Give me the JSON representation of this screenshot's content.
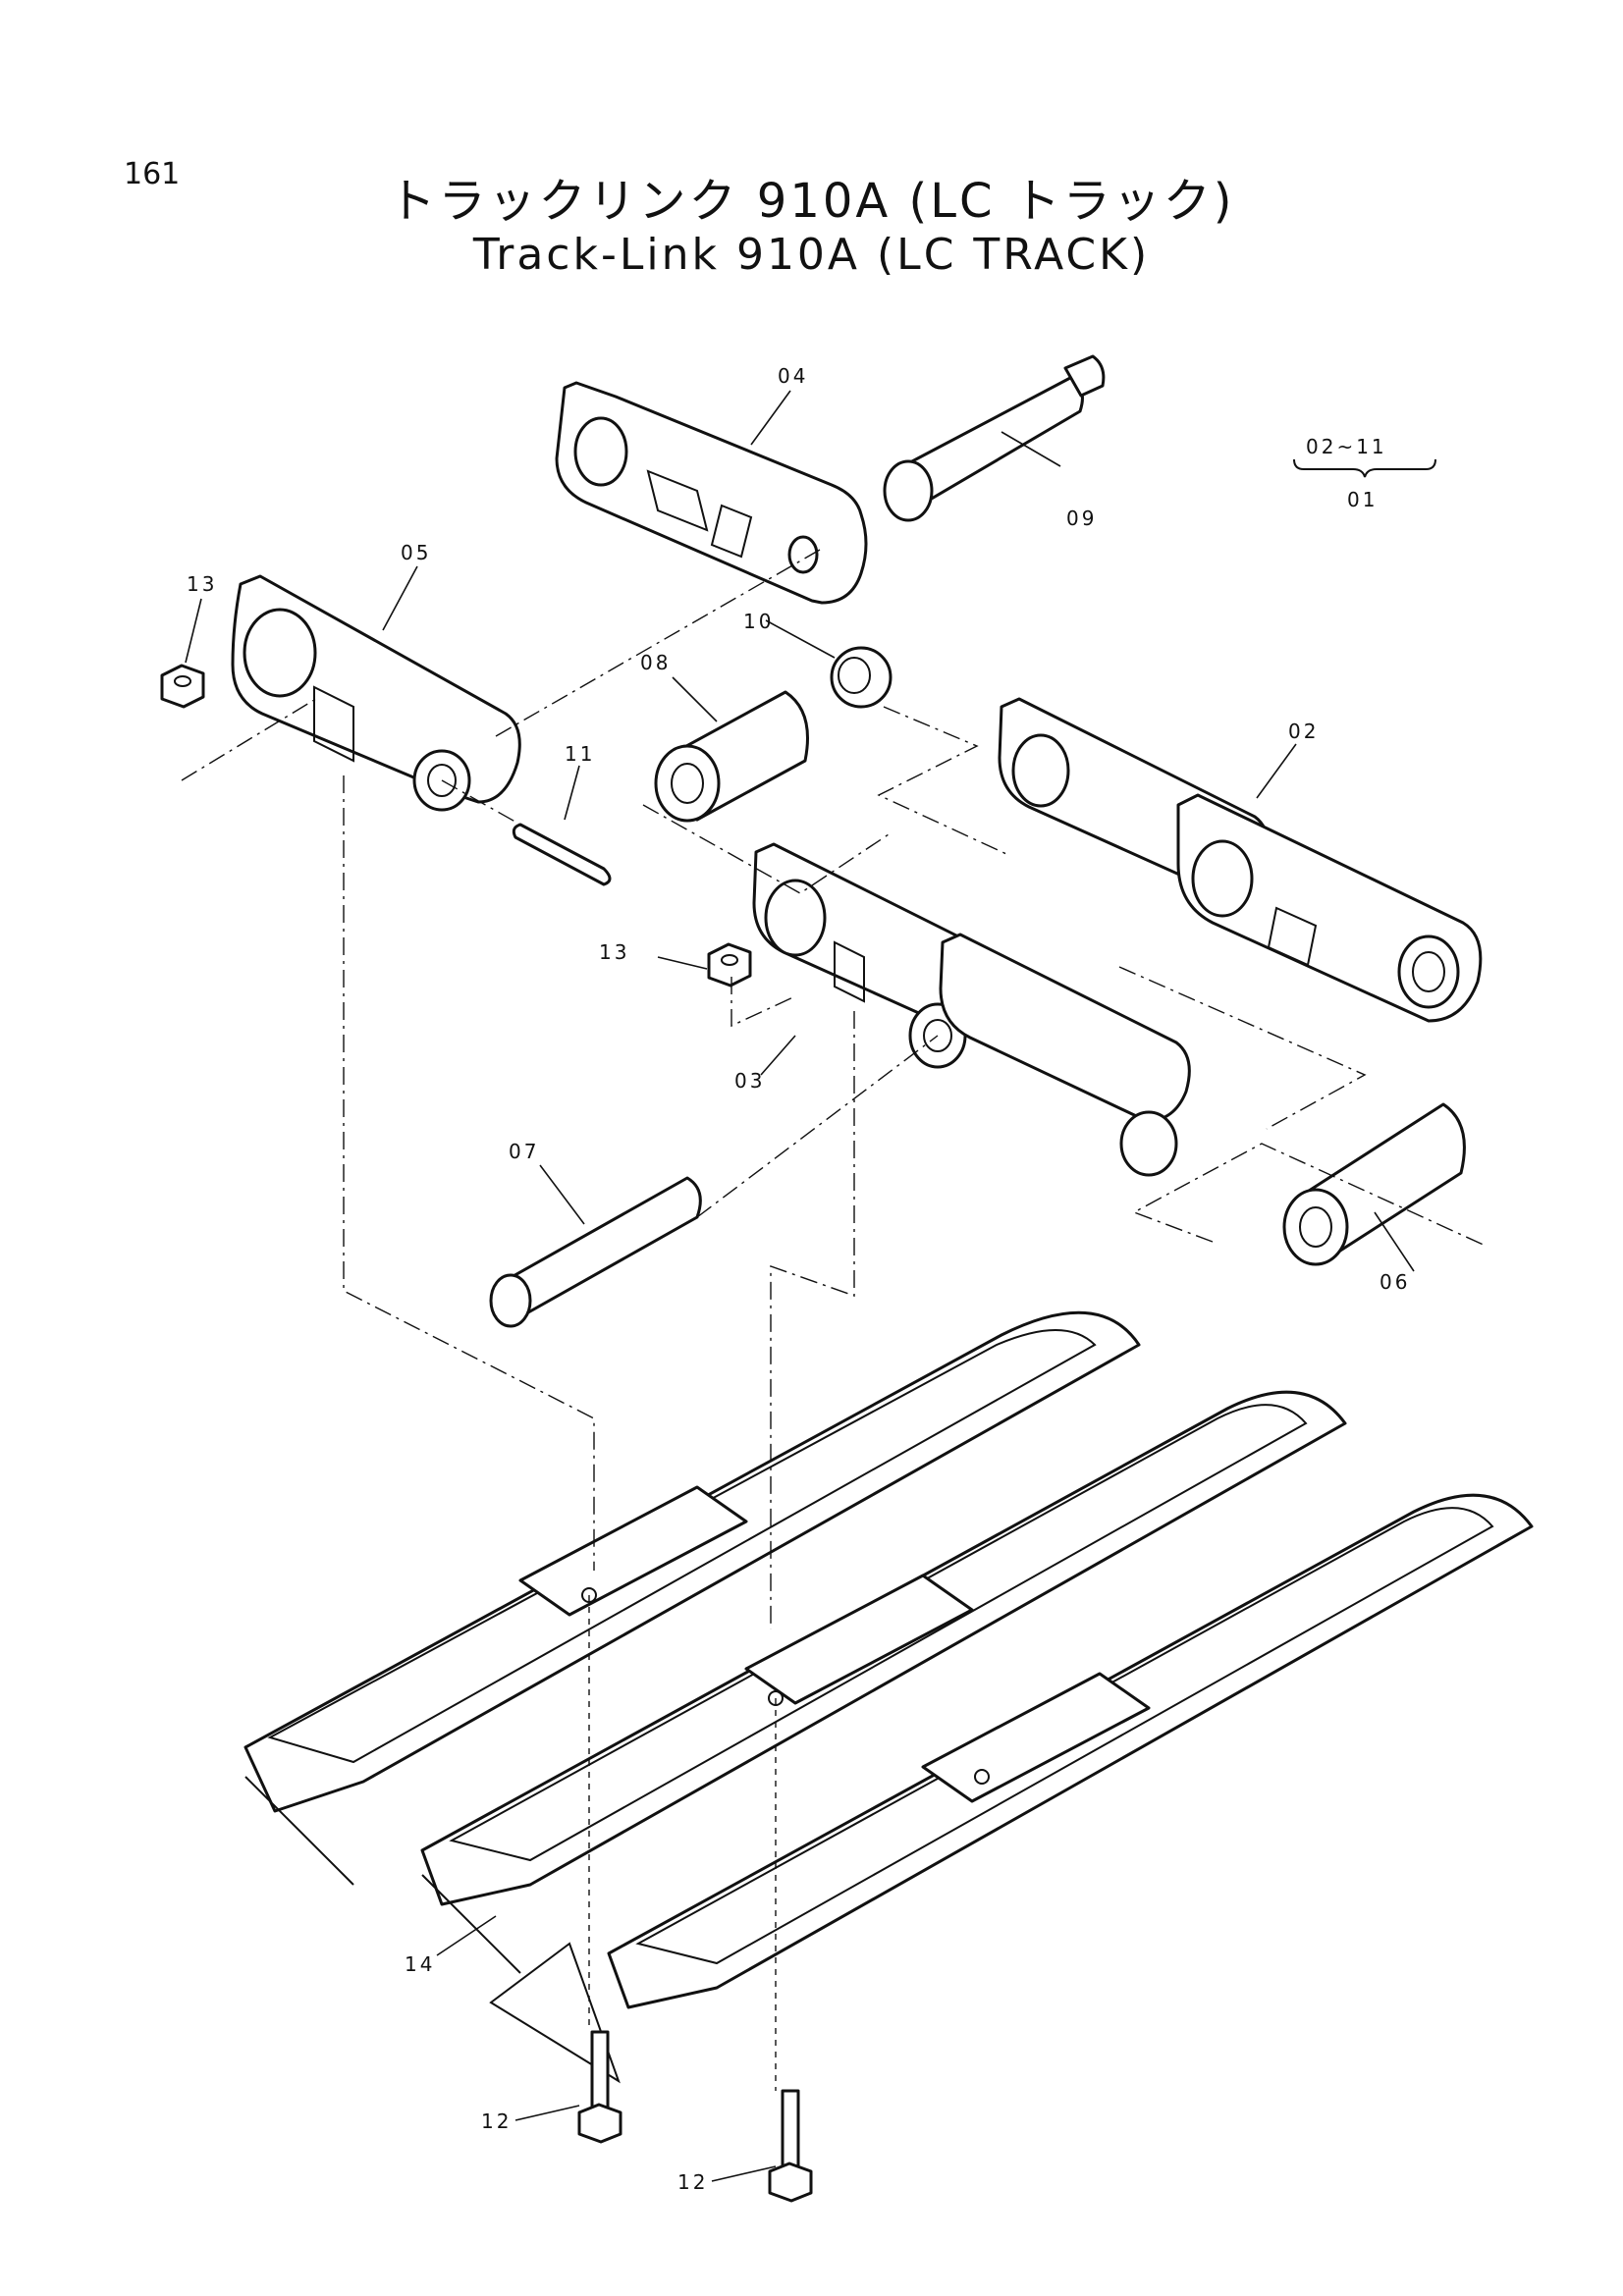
{
  "page_number": "161",
  "title_jp": "トラックリンク 910A (LC トラック)",
  "title_en": "Track-Link 910A (LC TRACK)",
  "assembly_note": {
    "range": "02~11",
    "assembly": "01"
  },
  "callouts": {
    "c02": "02",
    "c03": "03",
    "c04": "04",
    "c05": "05",
    "c06": "06",
    "c07": "07",
    "c08": "08",
    "c09": "09",
    "c10": "10",
    "c11": "11",
    "c12a": "12",
    "c12b": "12",
    "c13a": "13",
    "c13b": "13",
    "c14": "14"
  }
}
